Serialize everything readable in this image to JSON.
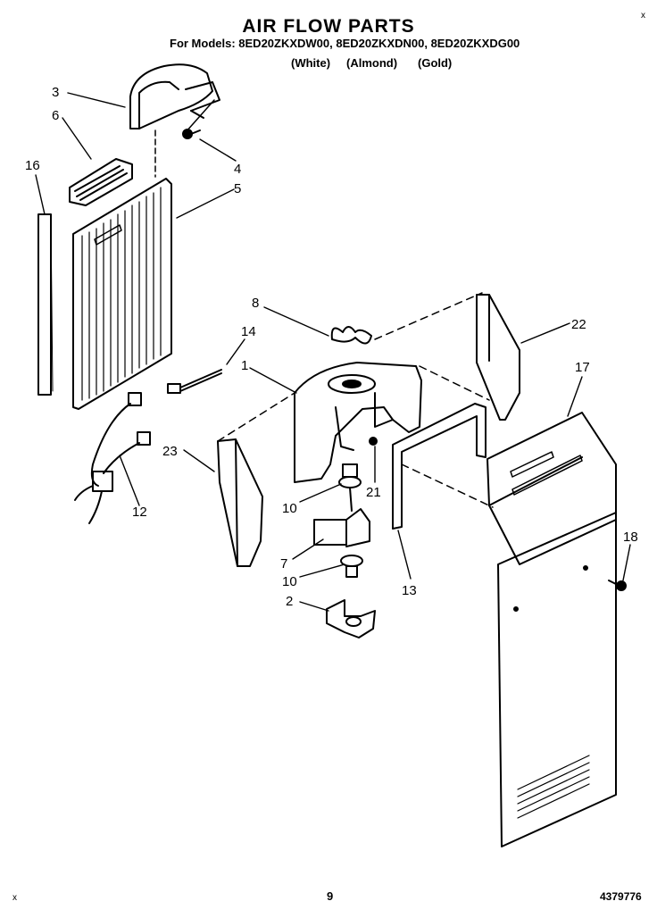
{
  "header": {
    "title": "AIR FLOW PARTS",
    "models": "For Models: 8ED20ZKXDW00, 8ED20ZKXDN00, 8ED20ZKXDG00",
    "colors": [
      "(White)",
      "(Almond)",
      "(Gold)"
    ]
  },
  "callouts": [
    "3",
    "6",
    "16",
    "4",
    "5",
    "8",
    "14",
    "1",
    "22",
    "17",
    "23",
    "12",
    "21",
    "10",
    "7",
    "10",
    "2",
    "13",
    "18"
  ],
  "footer": {
    "page": "9",
    "doc_number": "4379776"
  },
  "corner_marks": [
    "x",
    "x"
  ]
}
